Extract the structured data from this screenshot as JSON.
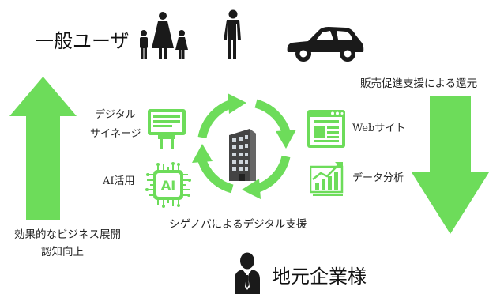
{
  "top_label": "一般ユーザ",
  "left_label_line1": "効果的なビジネス展開",
  "left_label_line2": "認知向上",
  "right_label": "販売促進支援による還元",
  "signage_line1": "デジタル",
  "signage_line2": "サイネージ",
  "ai_label": "AI活用",
  "ai_chip_text": "AI",
  "web_label": "Webサイト",
  "data_label": "データ分析",
  "cycle_label": "シゲノバによるデジタル支援",
  "bottom_label": "地元企業様",
  "colors": {
    "accent_green": "#6ddc5a",
    "icon_dark": "#1a1a1a",
    "building_gray": "#555555"
  },
  "icons": [
    "family-icon",
    "person-icon",
    "car-icon",
    "signage-icon",
    "ai-chip-icon",
    "office-building-icon",
    "website-icon",
    "data-analysis-icon",
    "businessman-icon"
  ]
}
